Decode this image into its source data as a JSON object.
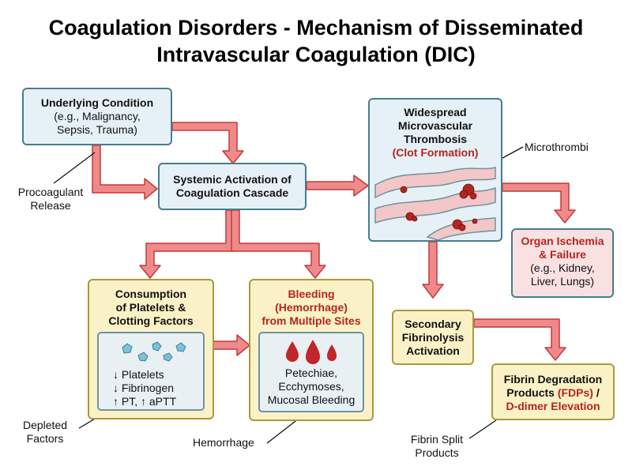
{
  "title": {
    "line1": "Coagulation Disorders - Mechanism of Disseminated",
    "line2": "Intravascular Coagulation (DIC)"
  },
  "nodes": {
    "underlying": {
      "heading": "Underlying Condition",
      "detail1": "(e.g., Malignancy,",
      "detail2": "Sepsis, Trauma)"
    },
    "activation": {
      "line1": "Systemic Activation of",
      "line2": "Coagulation Cascade"
    },
    "thrombosis": {
      "line1": "Widespread",
      "line2": "Microvascular",
      "line3": "Thrombosis",
      "line4": "(Clot Formation)"
    },
    "ischemia": {
      "line1": "Organ Ischemia",
      "line2": "& Failure",
      "line3": "(e.g., Kidney,",
      "line4": "Liver, Lungs)"
    },
    "consumption": {
      "line1": "Consumption",
      "line2": "of Platelets &",
      "line3": "Clotting Factors",
      "lab1": "↓ Platelets",
      "lab2": "↓ Fibrinogen",
      "lab3": "↑ PT, ↑ aPTT"
    },
    "bleeding": {
      "line1": "Bleeding",
      "line2": "(Hemorrhage)",
      "line3": "from Multiple Sites",
      "sign1": "Petechiae,",
      "sign2": "Ecchymoses,",
      "sign3": "Mucosal Bleeding"
    },
    "fibrinolysis": {
      "line1": "Secondary",
      "line2": "Fibrinolysis",
      "line3": "Activation"
    },
    "fdp": {
      "line1": "Fibrin Degradation",
      "line2a": "Products ",
      "line2b": "(FDPs)",
      "line2c": " /",
      "line3": "D-dimer Elevation"
    }
  },
  "annotations": {
    "procoagulant1": "Procoagulant",
    "procoagulant2": "Release",
    "microthrombi": "Microthrombi",
    "depleted1": "Depleted",
    "depleted2": "Factors",
    "hemorrhage": "Hemorrhage",
    "fibrin_split1": "Fibrin Split",
    "fibrin_split2": "Products"
  },
  "colors": {
    "arrow_fill": "#f08a8a",
    "arrow_stroke": "#c23a3a",
    "box_border": "#4a7c8c",
    "blue_box": "#e6f1f7",
    "yellow_box": "#fbf1c7",
    "pink_box": "#f9e1e1",
    "accent_red": "#b3261e"
  },
  "icons": [
    "platelet-icon",
    "blood-drop-icon",
    "blood-vessel-icon",
    "blood-clot-icon"
  ]
}
